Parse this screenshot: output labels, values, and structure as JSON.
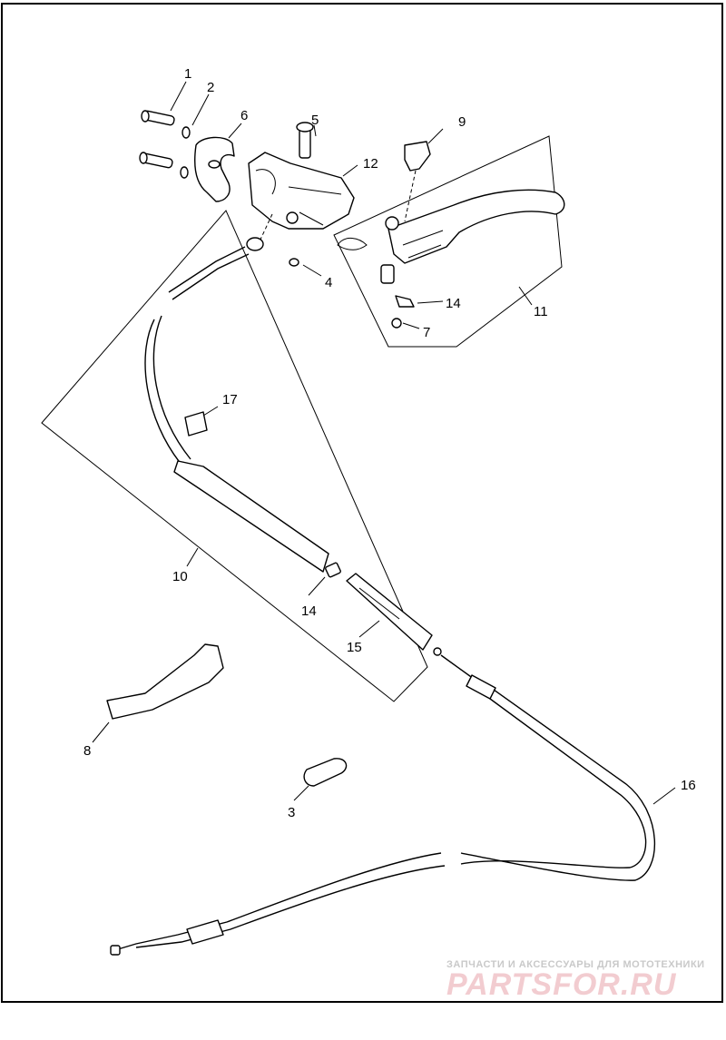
{
  "callouts": {
    "c1": "1",
    "c2": "2",
    "c3": "3",
    "c4": "4",
    "c5": "5",
    "c6": "6",
    "c7": "7",
    "c8": "8",
    "c9": "9",
    "c10": "10",
    "c11": "11",
    "c12": "12",
    "c14a": "14",
    "c14b": "14",
    "c15": "15",
    "c16": "16",
    "c17": "17"
  },
  "watermark": {
    "tagline": "ЗАПЧАСТИ И АКСЕССУАРЫ ДЛЯ МОТОТЕХНИКИ",
    "logo": "PARTSFOR.RU",
    "logo_color": "#e8a3aa"
  }
}
